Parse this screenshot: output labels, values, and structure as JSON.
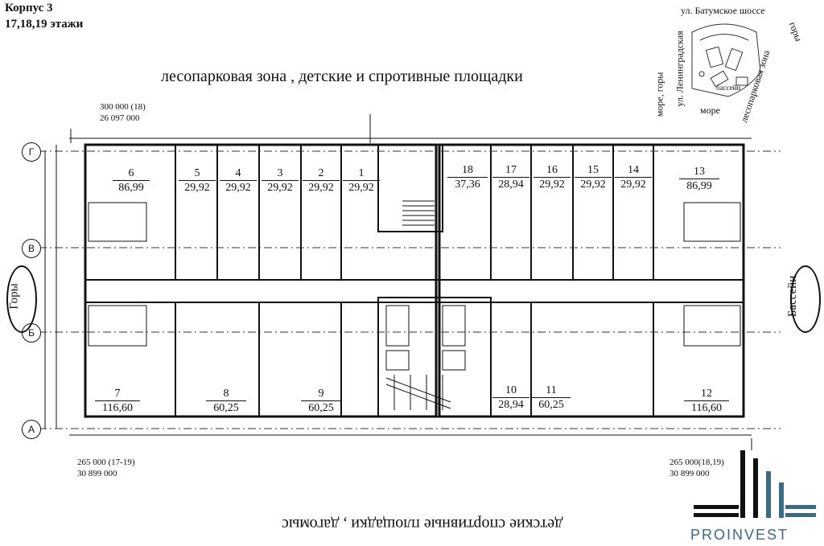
{
  "header": {
    "building": "Корпус 3",
    "floors": "17,18,19 этажи"
  },
  "captions": {
    "top": "лесопарковая зона , детские и спротивные площадки",
    "bottom": "детские спортивные площадки , дагомыс"
  },
  "prices": {
    "top_left_line1": "300 000 (18)",
    "top_left_line2": "26 097 000",
    "bottom_left_line1": "265 000 (17-19)",
    "bottom_left_line2": "30 899 000",
    "bottom_right_line1": "265 000(18,19)",
    "bottom_right_line2": "30 899 000"
  },
  "sides": {
    "left": "Горы",
    "right": "Бассейн"
  },
  "axes": [
    "Г",
    "В",
    "Б",
    "А"
  ],
  "apartments_top": [
    {
      "num": "6",
      "area": "86,99"
    },
    {
      "num": "5",
      "area": "29,92"
    },
    {
      "num": "4",
      "area": "29,92"
    },
    {
      "num": "3",
      "area": "29,92"
    },
    {
      "num": "2",
      "area": "29,92"
    },
    {
      "num": "1",
      "area": "29,92"
    },
    {
      "num": "18",
      "area": "37,36"
    },
    {
      "num": "17",
      "area": "28,94"
    },
    {
      "num": "16",
      "area": "29,92"
    },
    {
      "num": "15",
      "area": "29,92"
    },
    {
      "num": "14",
      "area": "29,92"
    },
    {
      "num": "13",
      "area": "86,99"
    }
  ],
  "apartments_bottom": [
    {
      "num": "7",
      "area": "116,60"
    },
    {
      "num": "8",
      "area": "60,25"
    },
    {
      "num": "9",
      "area": "60,25"
    },
    {
      "num": "10",
      "area": "28,94"
    },
    {
      "num": "11",
      "area": "60,25"
    },
    {
      "num": "12",
      "area": "116,60"
    }
  ],
  "map": {
    "street_top": "ул. Батумское шоссе",
    "street_left": "ул. Ленинградская",
    "sea_mountains": "море, горы",
    "sea": "море",
    "forest": "лесопарковая зона",
    "mountains": "горы",
    "pool": "бассейн"
  },
  "logo": {
    "text": "PROINVEST",
    "color": "#3b6a84"
  }
}
